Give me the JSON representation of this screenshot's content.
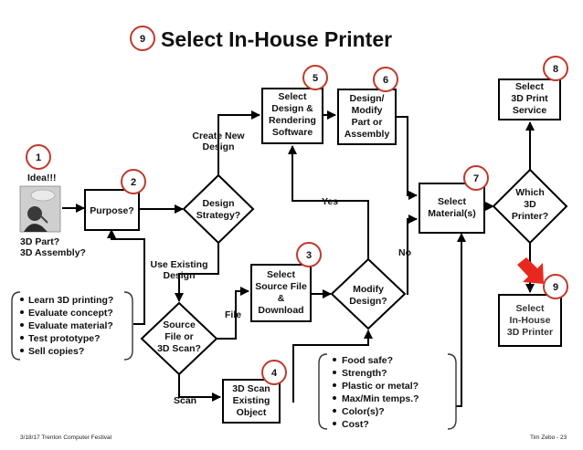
{
  "title": {
    "badge": "9",
    "text": "Select In-House Printer"
  },
  "idea": {
    "badge": "1",
    "label": "Idea!!!",
    "line1": "3D Part?",
    "line2": "3D Assembly?"
  },
  "purpose": {
    "badge": "2",
    "label": "Purpose?"
  },
  "purpose_list": [
    "Learn 3D printing?",
    "Evaluate concept?",
    "Evaluate material?",
    "Test prototype?",
    "Sell copies?"
  ],
  "design_strategy": {
    "line1": "Design",
    "line2": "Strategy?"
  },
  "edge_create_new": {
    "line1": "Create New",
    "line2": "Design"
  },
  "edge_use_existing": {
    "line1": "Use Existing",
    "line2": "Design"
  },
  "rendering_software": {
    "badge": "5",
    "line1": "Select",
    "line2": "Design &",
    "line3": "Rendering",
    "line4": "Software"
  },
  "design_modify": {
    "badge": "6",
    "line1": "Design/",
    "line2": "Modify",
    "line3": "Part or",
    "line4": "Assembly"
  },
  "source_file": {
    "badge": "3",
    "line1": "Select",
    "line2": "Source File",
    "line3": "&",
    "line4": "Download"
  },
  "source_decision": {
    "line1": "Source",
    "line2": "File or",
    "line3": "3D Scan?"
  },
  "edge_file": "File",
  "edge_scan": "Scan",
  "scan_object": {
    "badge": "4",
    "line1": "3D Scan",
    "line2": "Existing",
    "line3": "Object"
  },
  "modify_design": {
    "line1": "Modify",
    "line2": "Design?"
  },
  "edge_yes": "Yes",
  "edge_no": "No",
  "material": {
    "badge": "7",
    "line1": "Select",
    "line2": "Material(s)"
  },
  "material_list": [
    "Food safe?",
    "Strength?",
    "Plastic or metal?",
    "Max/Min temps.?",
    "Color(s)?",
    "Cost?"
  ],
  "which_printer": {
    "line1": "Which",
    "line2": "3D",
    "line3": "Printer?"
  },
  "print_service": {
    "badge": "8",
    "line1": "Select",
    "line2": "3D Print",
    "line3": "Service"
  },
  "inhouse": {
    "badge": "9",
    "line1": "Select",
    "line2": "In-House",
    "line3": "3D Printer"
  },
  "footer_left": "3/18/17 Trenton Computer Festival",
  "footer_right": "Tim Zebo - 23",
  "colors": {
    "badge_ring": "#c0392b",
    "pointer_arrow": "#e8281e",
    "inhouse_text": "#333333"
  }
}
